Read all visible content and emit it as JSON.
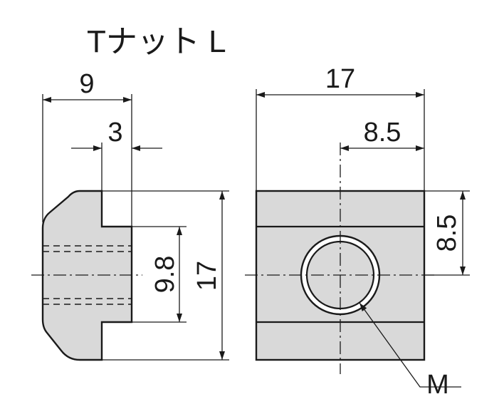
{
  "title": "Tナット L",
  "side_view": {
    "width": "9",
    "slot_width": "3",
    "slot_height": "9.8",
    "height": "17"
  },
  "front_view": {
    "width": "17",
    "hole_offset_x": "8.5",
    "hole_offset_y": "8.5",
    "thread_label": "M"
  }
}
